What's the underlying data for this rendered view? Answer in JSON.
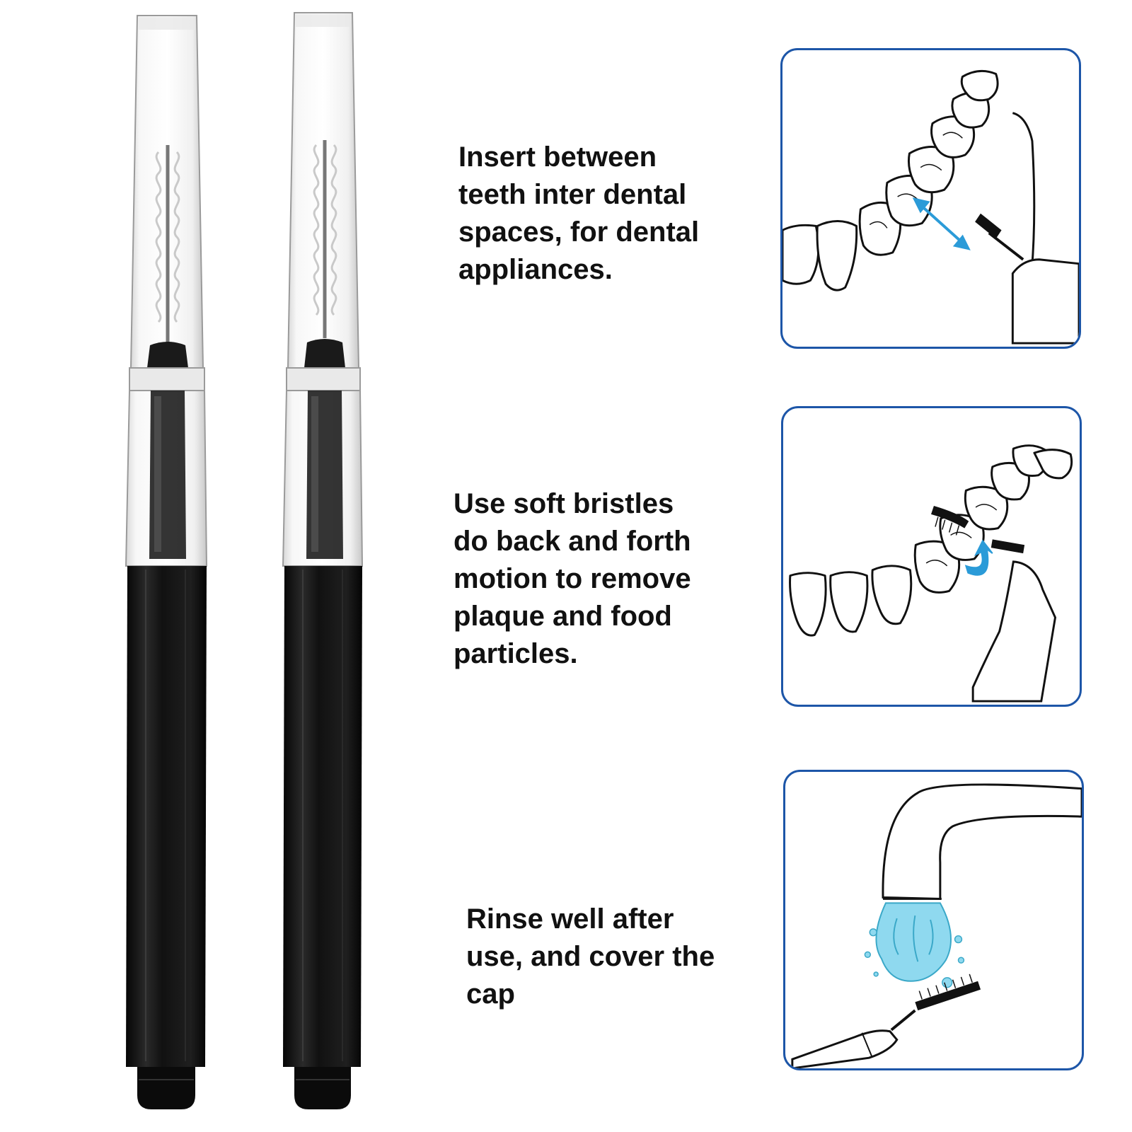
{
  "steps": [
    {
      "text": "Insert between\nteeth inter dental\nspaces, for dental\nappliances.",
      "illustration_icon": "brush-between-teeth-icon"
    },
    {
      "text": "Use soft bristles\ndo back and forth\nmotion to remove\nplaque and food\nparticles.",
      "illustration_icon": "back-and-forth-brushing-icon"
    },
    {
      "text": "Rinse well after\nuse, and cover the\ncap",
      "illustration_icon": "rinse-under-faucet-icon"
    }
  ],
  "products": [
    {
      "icon": "interdental-brush-icon"
    },
    {
      "icon": "interdental-brush-icon"
    }
  ],
  "colors": {
    "panel_border": "#1d56a8",
    "accent_arrow": "#2b9bd8",
    "water": "#8fd9ef",
    "handle": "#0d0d0d"
  }
}
